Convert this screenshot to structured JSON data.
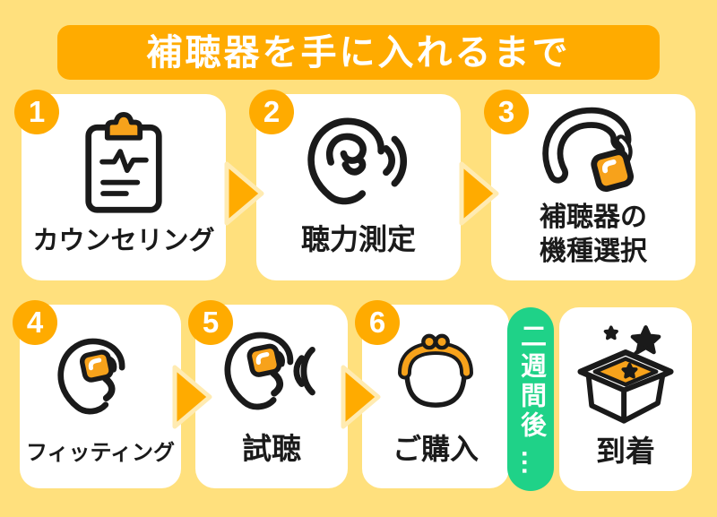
{
  "colors": {
    "background": "#FFE07D",
    "accent_orange": "#FFAB00",
    "icon_orange": "#F7A21B",
    "green": "#1FD288",
    "card_bg": "#FFFFFF",
    "text_dark": "#1A1A1A"
  },
  "header": {
    "title": "補聴器を手に入れるまで"
  },
  "steps": [
    {
      "number": "1",
      "label": "カウンセリング",
      "icon": "clipboard-icon"
    },
    {
      "number": "2",
      "label": "聴力測定",
      "icon": "ear-hearing-test-icon"
    },
    {
      "number": "3",
      "label": "補聴器の\n機種選択",
      "icon": "hearing-aid-icon"
    },
    {
      "number": "4",
      "label": "フィッティング",
      "icon": "ear-with-hearing-aid-icon"
    },
    {
      "number": "5",
      "label": "試聴",
      "icon": "ear-listening-icon"
    },
    {
      "number": "6",
      "label": "ご購入",
      "icon": "coin-purse-icon"
    }
  ],
  "interstitial": {
    "label": "二週間後",
    "ellipsis": "…"
  },
  "final_step": {
    "label": "到着",
    "icon": "open-box-icon"
  }
}
